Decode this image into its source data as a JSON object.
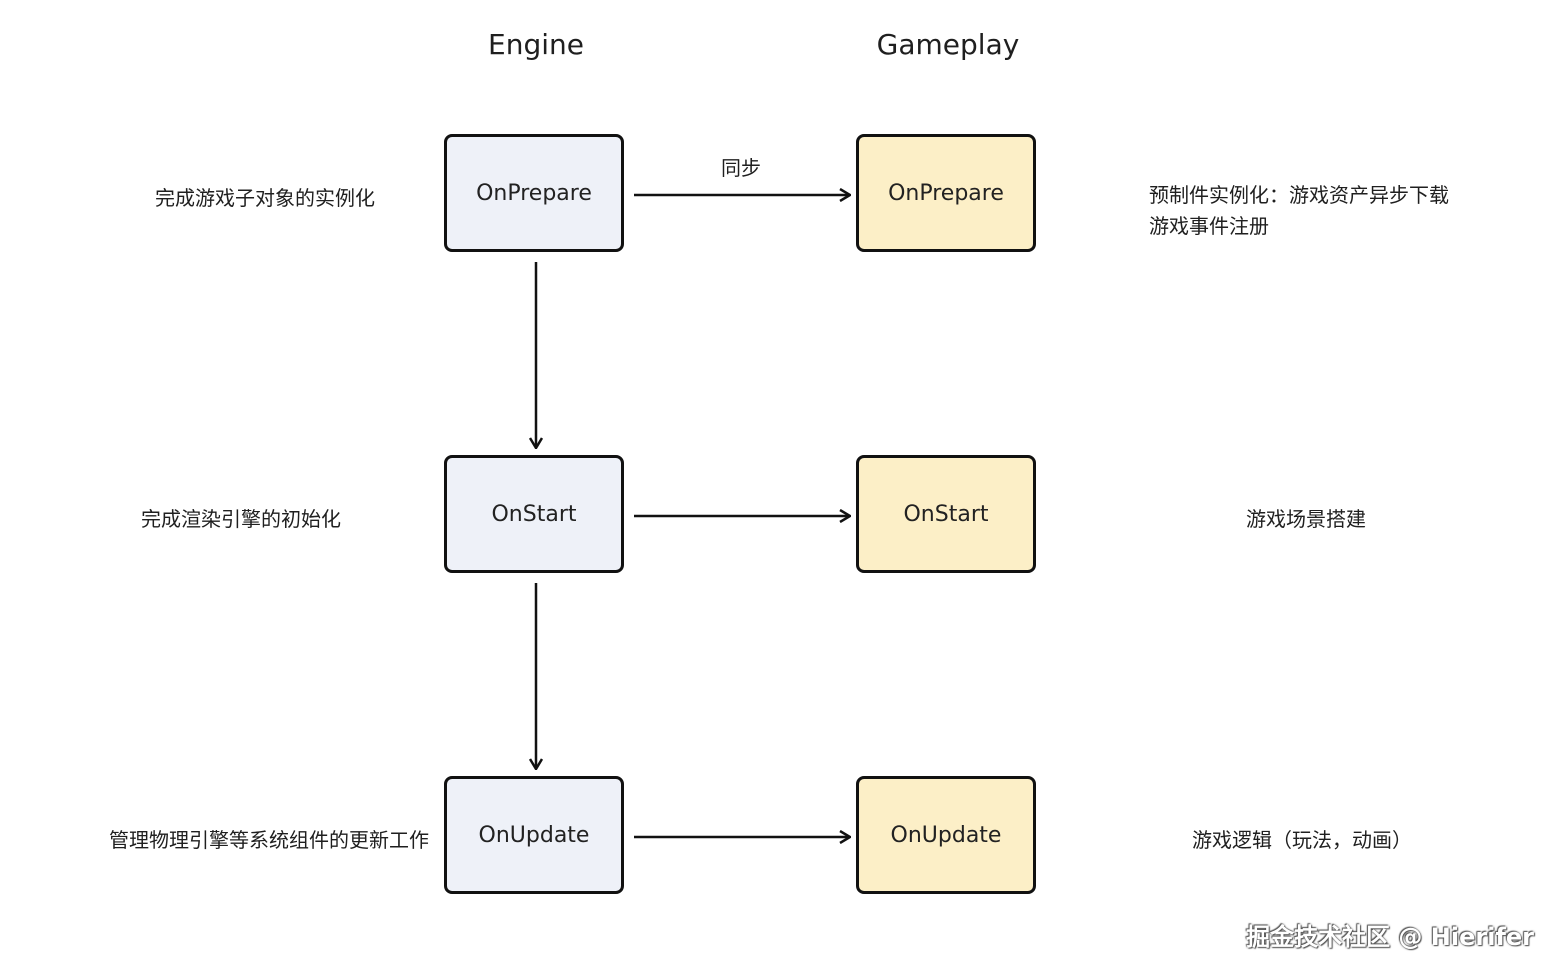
{
  "columns": {
    "engine": "Engine",
    "gameplay": "Gameplay"
  },
  "engine_nodes": {
    "prepare": "OnPrepare",
    "start": "OnStart",
    "update": "OnUpdate"
  },
  "gameplay_nodes": {
    "prepare": "OnPrepare",
    "start": "OnStart",
    "update": "OnUpdate"
  },
  "edge_labels": {
    "sync": "同步"
  },
  "engine_notes": {
    "prepare": "完成游戏子对象的实例化",
    "start": "完成渲染引擎的初始化",
    "update": "管理物理引擎等系统组件的更新工作"
  },
  "gameplay_notes": {
    "prepare_line1": "预制件实例化：游戏资产异步下载",
    "prepare_line2": "游戏事件注册",
    "start": "游戏场景搭建",
    "update": "游戏逻辑（玩法，动画）"
  },
  "watermark": "掘金技术社区 @ Hierifer",
  "colors": {
    "engine_fill": "#eef1f8",
    "gameplay_fill": "#fcefc7",
    "stroke": "#111111"
  }
}
